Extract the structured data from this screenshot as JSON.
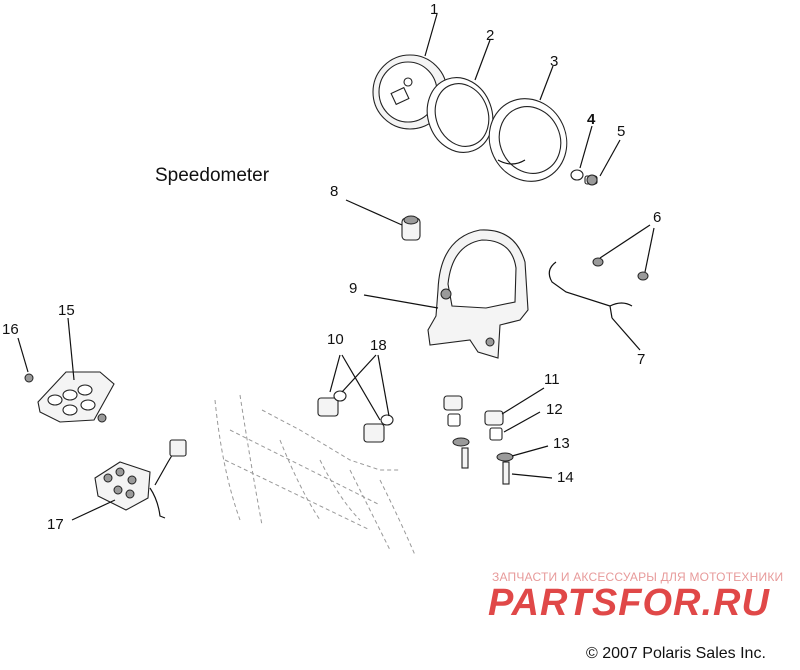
{
  "title": "Speedometer",
  "callouts": [
    {
      "id": "1",
      "label": "1"
    },
    {
      "id": "2",
      "label": "2"
    },
    {
      "id": "3",
      "label": "3"
    },
    {
      "id": "4",
      "label": "4"
    },
    {
      "id": "5",
      "label": "5"
    },
    {
      "id": "6",
      "label": "6"
    },
    {
      "id": "7",
      "label": "7"
    },
    {
      "id": "8",
      "label": "8"
    },
    {
      "id": "9",
      "label": "9"
    },
    {
      "id": "10",
      "label": "10"
    },
    {
      "id": "11",
      "label": "11"
    },
    {
      "id": "12",
      "label": "12"
    },
    {
      "id": "13",
      "label": "13"
    },
    {
      "id": "14",
      "label": "14"
    },
    {
      "id": "15",
      "label": "15"
    },
    {
      "id": "16",
      "label": "16"
    },
    {
      "id": "17",
      "label": "17"
    },
    {
      "id": "18",
      "label": "18"
    }
  ],
  "watermark": {
    "tagline": "ЗАПЧАСТИ И АКСЕССУАРЫ ДЛЯ МОТОТЕХНИКИ",
    "logo": "PARTSFOR.RU"
  },
  "copyright": "© 2007 Polaris Sales Inc.",
  "colors": {
    "watermark_red": "#e04848",
    "watermark_pink": "#e79a9a",
    "line": "#111111"
  }
}
